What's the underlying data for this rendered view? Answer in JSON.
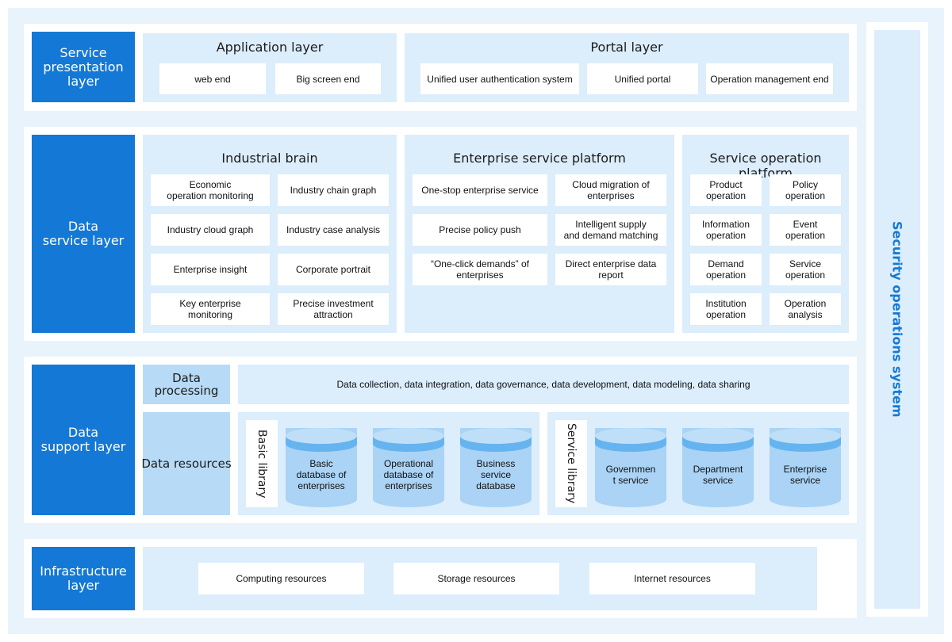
{
  "security": {
    "label": "Security operations system"
  },
  "presentation": {
    "layer_label": "Service\npresentation\nlayer",
    "application": {
      "title": "Application layer",
      "items": [
        "web end",
        "Big screen end"
      ]
    },
    "portal": {
      "title": "Portal layer",
      "items": [
        "Unified user authentication system",
        "Unified portal",
        "Operation management end"
      ]
    }
  },
  "service": {
    "layer_label": "Data\nservice layer",
    "industrial_brain": {
      "title": "Industrial brain",
      "items": [
        "Economic\noperation monitoring",
        "Industry chain graph",
        "Industry cloud graph",
        "Industry case analysis",
        "Enterprise insight",
        "Corporate portrait",
        "Key enterprise\nmonitoring",
        "Precise investment\nattraction"
      ]
    },
    "enterprise_platform": {
      "title": "Enterprise service platform",
      "items": [
        "One-stop enterprise service",
        "Cloud migration of\nenterprises",
        "Precise policy push",
        "Intelligent supply\nand demand matching",
        "“One-click demands” of\nenterprises",
        "Direct enterprise data\nreport"
      ]
    },
    "operation_platform": {
      "title": "Service operation platform",
      "items": [
        "Product\noperation",
        "Policy operation",
        "Information\noperation",
        "Event operation",
        "Demand\noperation",
        "Service\noperation",
        "Institution\noperation",
        "Operation\nanalysis"
      ]
    }
  },
  "support": {
    "layer_label": "Data\nsupport layer",
    "processing": {
      "label": "Data\nprocessing",
      "description": "Data collection, data integration, data governance, data development, data modeling, data sharing"
    },
    "resources": {
      "label": "Data resources",
      "basic_library": {
        "label": "Basic library",
        "items": [
          "Basic\ndatabase of\nenterprises",
          "Operational\ndatabase of\nenterprises",
          "Business\nservice\ndatabase"
        ]
      },
      "service_library": {
        "label": "Service library",
        "items": [
          "Governmen\nt service",
          "Department\nservice",
          "Enterprise\nservice"
        ]
      }
    }
  },
  "infrastructure": {
    "layer_label": "Infrastructure\nlayer",
    "items": [
      "Computing resources",
      "Storage resources",
      "Internet resources"
    ]
  }
}
